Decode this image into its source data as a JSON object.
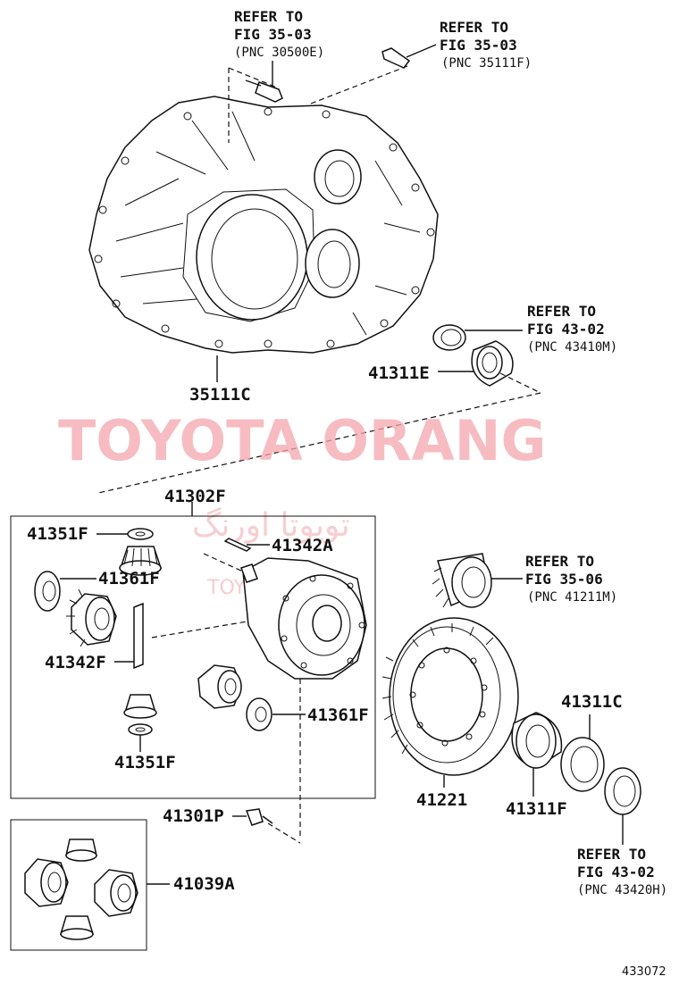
{
  "watermark": {
    "main": "TOYOTA ORANG",
    "persian": "تویوتا اورنگ",
    "site": "TOYOTAPART.IR"
  },
  "refs": [
    {
      "refer": "REFER TO",
      "fig": "FIG 35-03",
      "pnc": "(PNC 30500E)"
    },
    {
      "refer": "REFER TO",
      "fig": "FIG 35-03",
      "pnc": "(PNC 35111F)"
    },
    {
      "refer": "REFER TO",
      "fig": "FIG 43-02",
      "pnc": "(PNC 43410M)"
    },
    {
      "refer": "REFER TO",
      "fig": "FIG 35-06",
      "pnc": "(PNC 41211M)"
    },
    {
      "refer": "REFER TO",
      "fig": "FIG 43-02",
      "pnc": "(PNC 43420H)"
    }
  ],
  "parts": {
    "p35111C": "35111C",
    "p41311E": "41311E",
    "p41302F": "41302F",
    "p41351F_top": "41351F",
    "p41342A": "41342A",
    "p41361F_left": "41361F",
    "p41342F": "41342F",
    "p41361F_right": "41361F",
    "p41351F_bottom": "41351F",
    "p41301P": "41301P",
    "p41039A": "41039A",
    "p41221": "41221",
    "p41311C": "41311C",
    "p41311F": "41311F"
  },
  "figure_number": "433072"
}
